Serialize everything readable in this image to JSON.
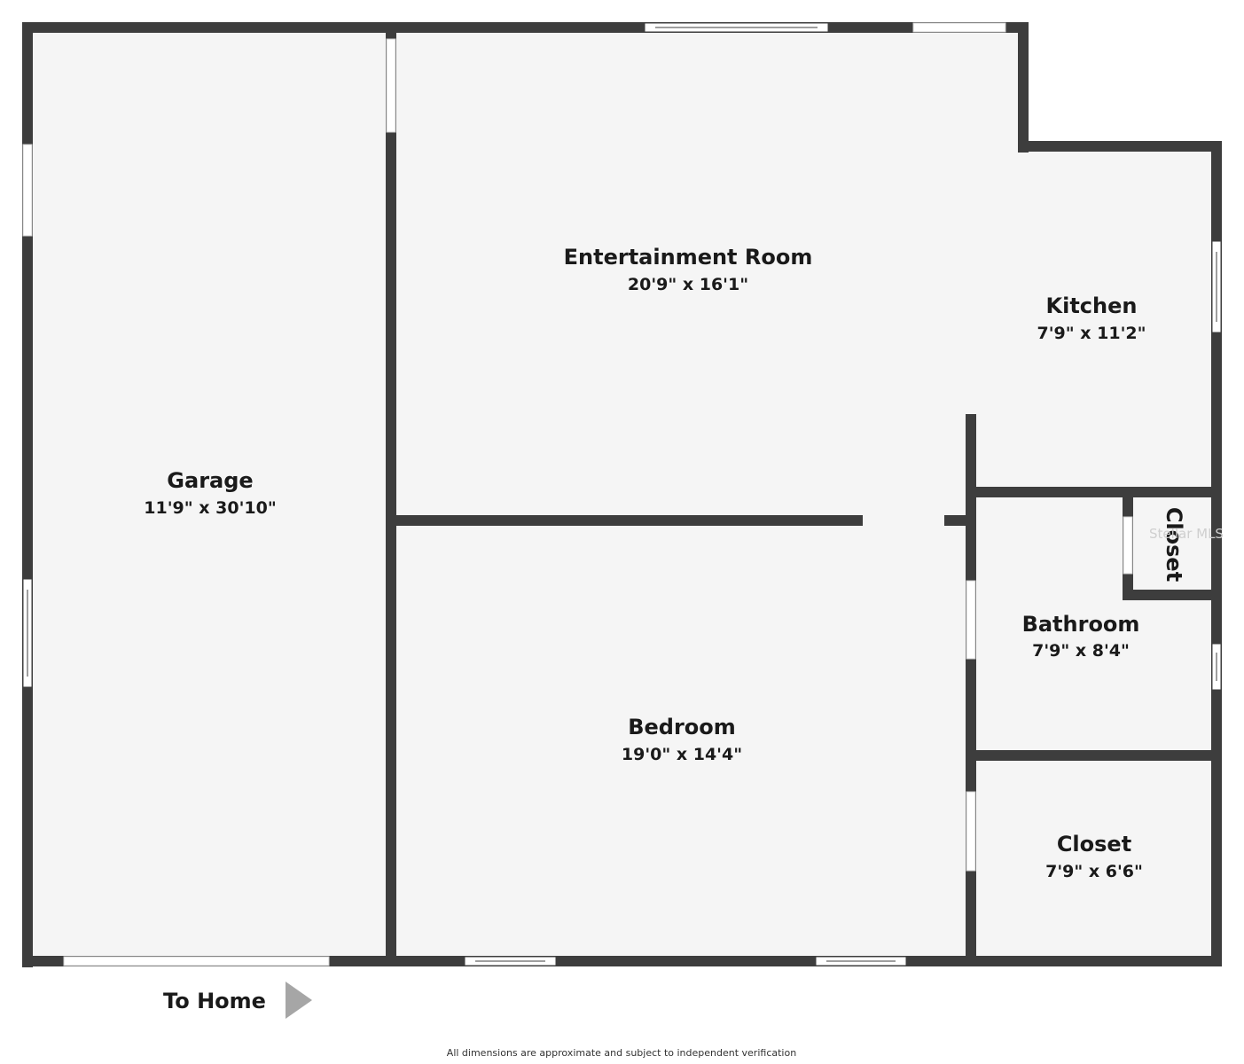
{
  "plan": {
    "colors": {
      "floor": "#f5f5f5",
      "wall": "#3d3d3d",
      "opening": "#ffffff",
      "arrow": "#a6a6a6"
    },
    "rooms": [
      {
        "name": "Garage",
        "dims": "11'9\" x 30'10\""
      },
      {
        "name": "Entertainment Room",
        "dims": "20'9\" x 16'1\""
      },
      {
        "name": "Kitchen",
        "dims": "7'9\" x 11'2\""
      },
      {
        "name": "Bedroom",
        "dims": "19'0\" x 14'4\""
      },
      {
        "name": "Bathroom",
        "dims": "7'9\" x 8'4\""
      },
      {
        "name": "Closet",
        "dims": "7'9\" x 6'6\""
      },
      {
        "name": "Closet"
      }
    ],
    "to_home_label": "To Home",
    "arrow_icon": "play-arrow-icon",
    "footnote": "All dimensions are approximate and subject to independent verification",
    "watermark": "Stellar MLS"
  }
}
